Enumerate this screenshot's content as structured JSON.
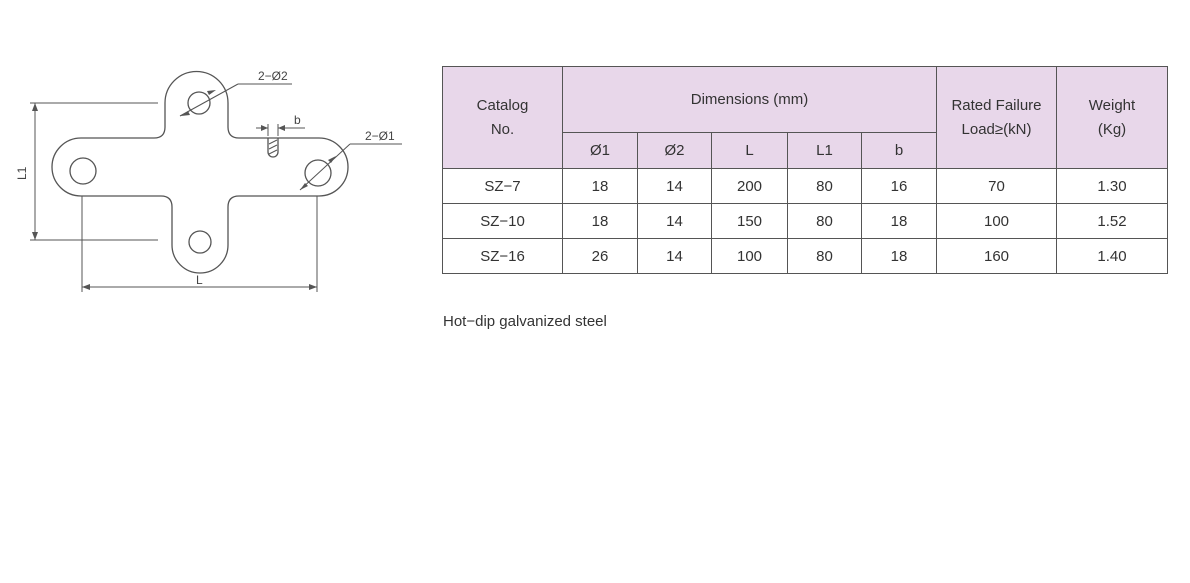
{
  "drawing": {
    "labels": {
      "hole2": "2−Ø2",
      "hole1": "2−Ø1",
      "b": "b",
      "l1": "L1",
      "l": "L"
    },
    "line_color": "#555555"
  },
  "table": {
    "header": {
      "catalog_line1": "Catalog",
      "catalog_line2": "No.",
      "dimensions": "Dimensions (mm)",
      "load_line1": "Rated Failure",
      "load_line2": "Load≥(kN)",
      "weight_line1": "Weight",
      "weight_line2": "(Kg)",
      "sub": [
        "Ø1",
        "Ø2",
        "L",
        "L1",
        "b"
      ]
    },
    "rows": [
      [
        "SZ−7",
        "18",
        "14",
        "200",
        "80",
        "16",
        "70",
        "1.30"
      ],
      [
        "SZ−10",
        "18",
        "14",
        "150",
        "80",
        "18",
        "100",
        "1.52"
      ],
      [
        "SZ−16",
        "26",
        "14",
        "100",
        "80",
        "18",
        "160",
        "1.40"
      ]
    ],
    "header_bg": "#e8d7ea"
  },
  "note": "Hot−dip galvanized steel"
}
